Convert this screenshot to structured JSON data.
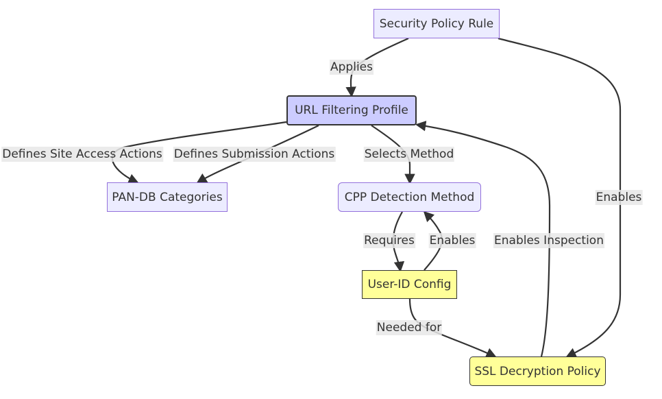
{
  "nodes": {
    "security_policy_rule": "Security Policy Rule",
    "url_filtering_profile": "URL Filtering Profile",
    "pan_db_categories": "PAN-DB Categories",
    "cpp_detection_method": "CPP Detection Method",
    "user_id_config": "User-ID Config",
    "ssl_decryption_policy": "SSL Decryption Policy"
  },
  "edges": {
    "applies": "Applies",
    "defines_site_access_actions": "Defines Site Access Actions",
    "defines_submission_actions": "Defines Submission Actions",
    "selects_method": "Selects Method",
    "requires": "Requires",
    "enables_user_id": "Enables",
    "enables_inspection": "Enables Inspection",
    "enables_ssl": "Enables",
    "needed_for": "Needed for"
  },
  "colors": {
    "node_fill": "#ececff",
    "node_border": "#9370db",
    "highlight_fill": "#ccccff",
    "yellow_fill": "#ffff99",
    "edge": "#333333"
  }
}
